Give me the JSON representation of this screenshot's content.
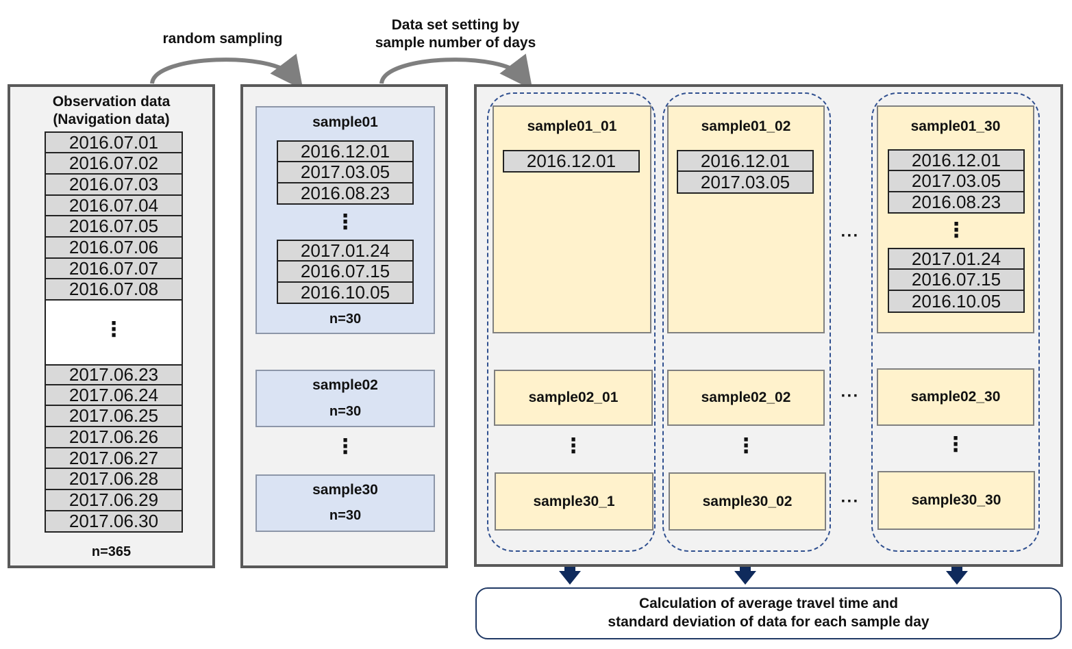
{
  "labels": {
    "random_sampling": "random sampling",
    "dataset_setting_line1": "Data set setting by",
    "dataset_setting_line2": "sample number of days"
  },
  "observation": {
    "title_line1": "Observation data",
    "title_line2": "(Navigation data)",
    "dates_top": [
      "2016.07.01",
      "2016.07.02",
      "2016.07.03",
      "2016.07.04",
      "2016.07.05",
      "2016.07.06",
      "2016.07.07",
      "2016.07.08"
    ],
    "ellipsis": "⋮",
    "dates_bottom": [
      "2017.06.23",
      "2017.06.24",
      "2017.06.25",
      "2017.06.26",
      "2017.06.27",
      "2017.06.28",
      "2017.06.29",
      "2017.06.30"
    ],
    "count": "n=365"
  },
  "samples": {
    "sample01": {
      "title": "sample01",
      "dates_top": [
        "2016.12.01",
        "2017.03.05",
        "2016.08.23"
      ],
      "ellipsis": "⋮",
      "dates_bottom": [
        "2017.01.24",
        "2016.07.15",
        "2016.10.05"
      ],
      "count": "n=30"
    },
    "sample02": {
      "title": "sample02",
      "count": "n=30"
    },
    "between_ellipsis": "⋮",
    "sample30": {
      "title": "sample30",
      "count": "n=30"
    }
  },
  "datasets": {
    "col1": {
      "top": {
        "title": "sample01_01",
        "dates": [
          "2016.12.01"
        ]
      },
      "middle": "sample02_01",
      "ellipsis": "⋮",
      "bottom": "sample30_1"
    },
    "col2": {
      "top": {
        "title": "sample01_02",
        "dates": [
          "2016.12.01",
          "2017.03.05"
        ]
      },
      "middle": "sample02_02",
      "ellipsis": "⋮",
      "bottom": "sample30_02"
    },
    "col3": {
      "top": {
        "title": "sample01_30",
        "dates_top": [
          "2016.12.01",
          "2017.03.05",
          "2016.08.23"
        ],
        "ellipsis": "⋮",
        "dates_bottom": [
          "2017.01.24",
          "2016.07.15",
          "2016.10.05"
        ]
      },
      "middle": "sample02_30",
      "ellipsis": "⋮",
      "bottom": "sample30_30"
    },
    "hdots": "···"
  },
  "result": {
    "line1": "Calculation of  average travel time and",
    "line2": "standard deviation of data for each sample day"
  },
  "colors": {
    "panel_bg": "#f2f2f2",
    "panel_border": "#595959",
    "date_bg": "#d9d9d9",
    "sample_blue": "#dae3f3",
    "dataset_yellow": "#fff2cc",
    "dashed_blue": "#2f4f8f",
    "arrow_navy": "#0f2a5c",
    "curve_gray": "#7f7f7f"
  }
}
